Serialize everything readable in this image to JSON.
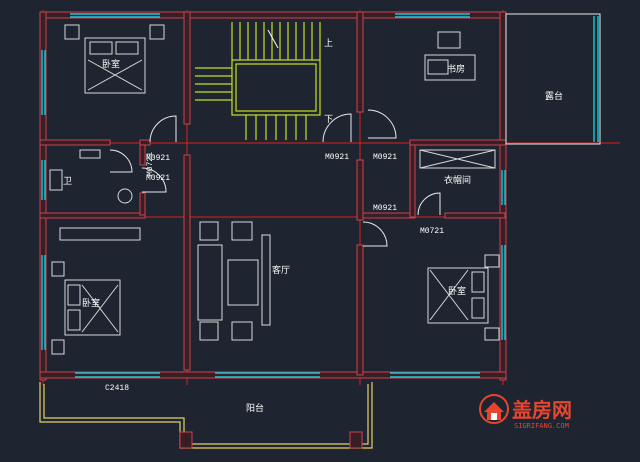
{
  "rooms": {
    "bedroom_top": "卧室",
    "study": "书房",
    "terrace": "露台",
    "bathroom": "卫",
    "closet": "衣帽间",
    "living": "客厅",
    "bedroom_left": "卧室",
    "bedroom_right": "卧室",
    "balcony": "阳台"
  },
  "stairs": {
    "up": "上",
    "down": "下"
  },
  "doors": {
    "m0921_a": "M0921",
    "m0921_b": "M0921",
    "m0921_c": "M0921",
    "m0921_d": "M0921",
    "m0921_e": "M0921",
    "m0721_a": "M0721",
    "m0721_b": "M0721"
  },
  "windows": {
    "c2418": "C2418"
  },
  "logo": {
    "name": "盖房网",
    "url": "SIGRIFANG.COM"
  },
  "colors": {
    "background": "#1e2530",
    "axis": "#e02020",
    "window": "#18c8d8",
    "stair": "#c8e020",
    "balcony": "#e6d06a",
    "logo": "#e8452e"
  }
}
